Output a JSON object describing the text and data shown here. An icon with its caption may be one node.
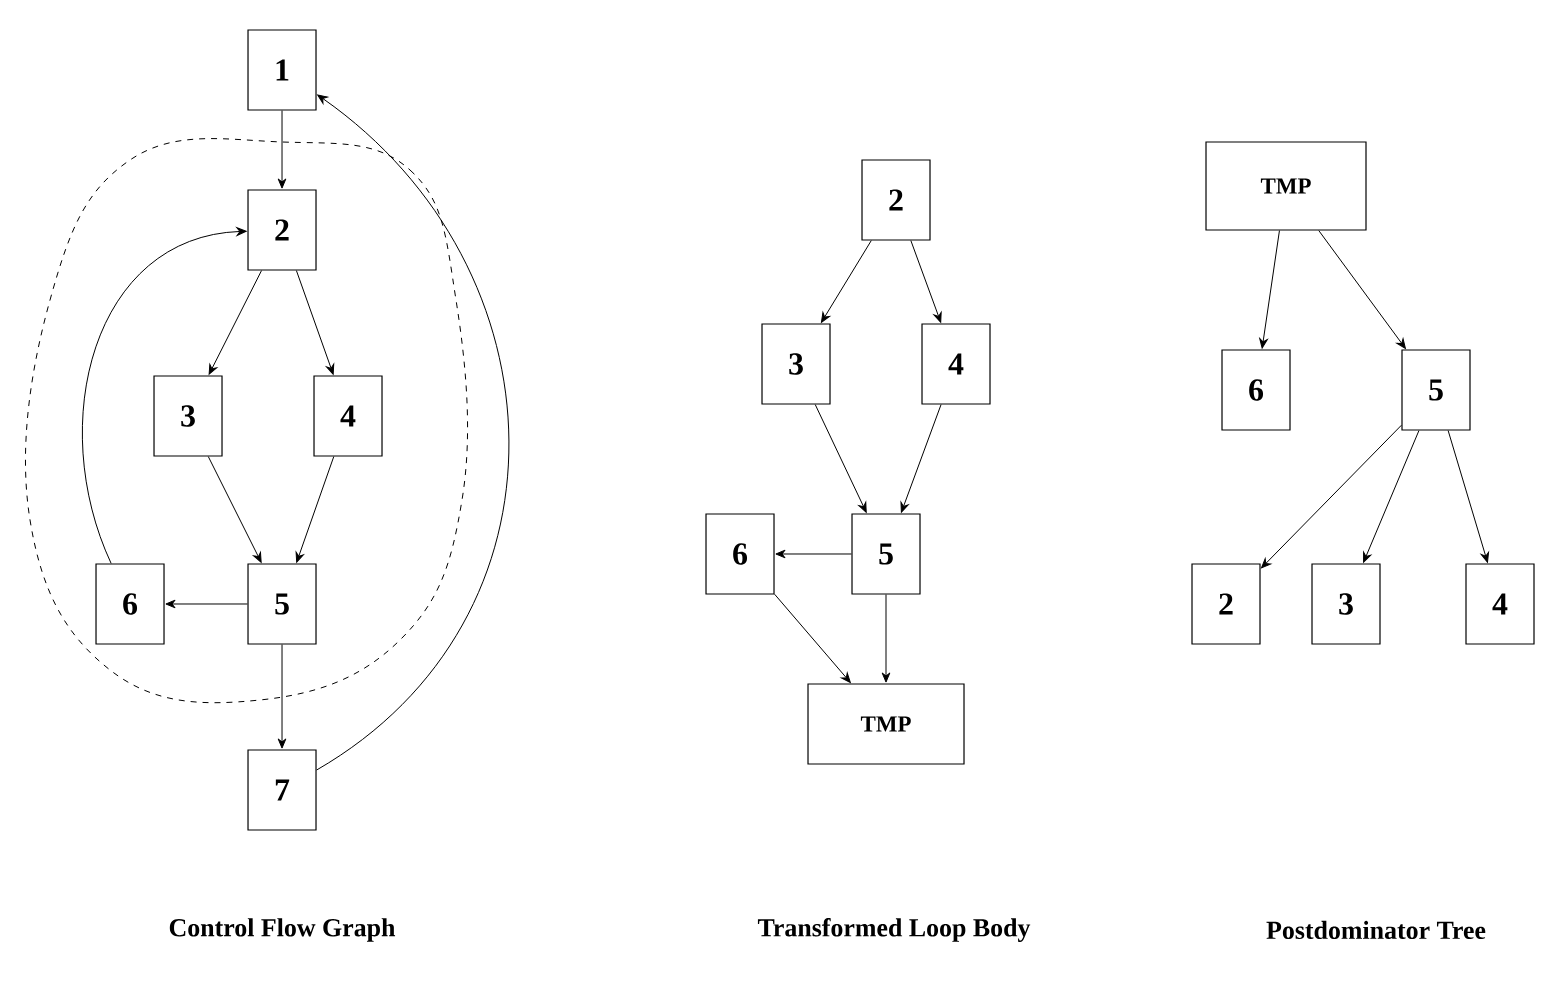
{
  "diagram": {
    "nodes": [
      {
        "text": [
          "1"
        ]
      },
      {
        "text": [
          "2"
        ]
      },
      {
        "text": [
          "3"
        ]
      },
      {
        "text": [
          "4"
        ]
      },
      {
        "text": [
          "6"
        ]
      },
      {
        "text": [
          "5"
        ]
      },
      {
        "text": [
          "7"
        ]
      },
      {
        "text": [
          "2"
        ]
      },
      {
        "text": [
          "3"
        ]
      },
      {
        "text": [
          "4"
        ]
      },
      {
        "text": [
          "6"
        ]
      },
      {
        "text": [
          "5"
        ]
      },
      {
        "text": [
          "TMP"
        ]
      },
      {
        "text": [
          "TMP"
        ]
      },
      {
        "text": [
          "6"
        ]
      },
      {
        "text": [
          "5"
        ]
      },
      {
        "text": [
          "2"
        ]
      },
      {
        "text": [
          "3"
        ]
      },
      {
        "text": [
          "4"
        ]
      }
    ],
    "edges": [
      {
        "from": 0,
        "to": 1,
        "arrow": "to"
      },
      {
        "from": 1,
        "to": 2,
        "arrow": "to"
      },
      {
        "from": 1,
        "to": 3,
        "arrow": "to"
      },
      {
        "from": 2,
        "to": 5,
        "arrow": "to"
      },
      {
        "from": 3,
        "to": 5,
        "arrow": "to"
      },
      {
        "from": 5,
        "to": 4,
        "arrow": "to"
      },
      {
        "from": 4,
        "to": 1,
        "arrow": "to"
      },
      {
        "from": 5,
        "to": 6,
        "arrow": "to"
      },
      {
        "from": 6,
        "to": 0,
        "arrow": "to"
      },
      {
        "from": 7,
        "to": 8,
        "arrow": "to"
      },
      {
        "from": 7,
        "to": 9,
        "arrow": "to"
      },
      {
        "from": 8,
        "to": 11,
        "arrow": "to"
      },
      {
        "from": 9,
        "to": 11,
        "arrow": "to"
      },
      {
        "from": 11,
        "to": 10,
        "arrow": "to"
      },
      {
        "from": 10,
        "to": 12,
        "arrow": "to"
      },
      {
        "from": 11,
        "to": 12,
        "arrow": "to"
      },
      {
        "from": 13,
        "to": 14,
        "arrow": "to"
      },
      {
        "from": 13,
        "to": 15,
        "arrow": "to"
      },
      {
        "from": 15,
        "to": 16,
        "arrow": "to"
      },
      {
        "from": 15,
        "to": 17,
        "arrow": "to"
      },
      {
        "from": 15,
        "to": 18,
        "arrow": "to"
      }
    ],
    "labels": [
      "Control Flow Graph",
      "Transformed Loop Body",
      "Postdominator Tree"
    ]
  }
}
